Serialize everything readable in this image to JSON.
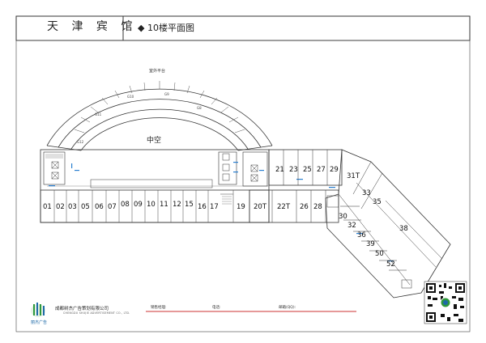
{
  "header": {
    "hotel_name": "天 津 宾 馆",
    "floor_title": "◆ 10楼平面图"
  },
  "plan": {
    "terrace_label": "室外平台",
    "atrium_label": "中空",
    "arc_room_labels": [
      "G8",
      "G9",
      "G10",
      "G11",
      "G12"
    ],
    "rooms": [
      "01",
      "02",
      "03",
      "05",
      "06",
      "07",
      "08",
      "09",
      "10",
      "11",
      "12",
      "15",
      "16",
      "17",
      "19",
      "20T",
      "22T",
      "26",
      "28",
      "21",
      "23",
      "25",
      "27",
      "29",
      "31T",
      "33",
      "35",
      "30",
      "32",
      "36",
      "39",
      "50",
      "52",
      "38"
    ]
  },
  "footer": {
    "logo_text": "丽杰广告",
    "company_cn": "成都树杰广告策划有限公司",
    "company_en": "CHENGDU SHUJIE ADVERTISEMENT CO., LTD.",
    "sales_label": "销售经理:",
    "phone_label": "电话:",
    "email_label": "邮箱(QQ):"
  },
  "colors": {
    "line": "#333333",
    "accent_blue": "#2a7fd0",
    "footer_red": "#cc3333",
    "logo_green": "#2f9a3c",
    "logo_blue": "#1e6aa8"
  }
}
